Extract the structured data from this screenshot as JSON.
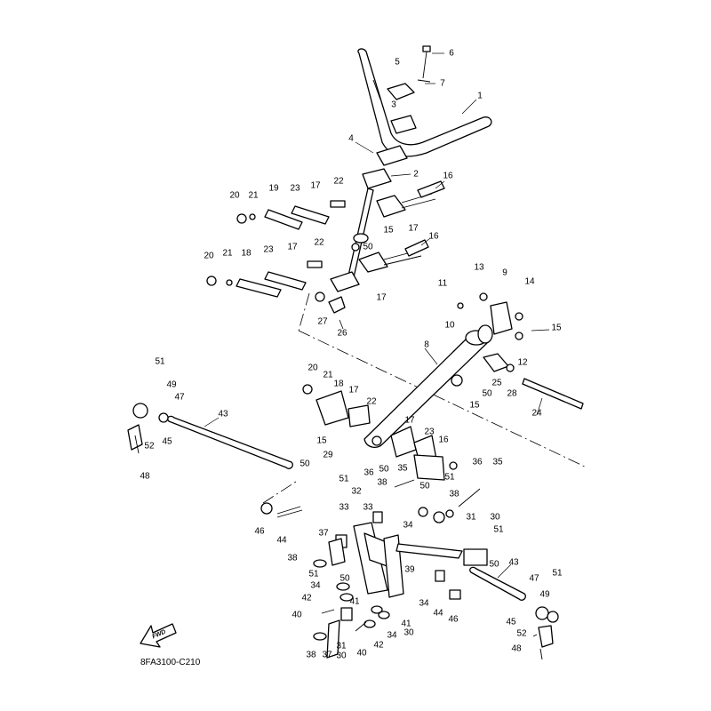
{
  "diagram": {
    "code": "8FA3100-C210",
    "fwd_label": "FWD",
    "callouts": [
      {
        "id": "c1",
        "text": "1"
      },
      {
        "id": "c2",
        "text": "2"
      },
      {
        "id": "c3",
        "text": "3"
      },
      {
        "id": "c4",
        "text": "4"
      },
      {
        "id": "c5",
        "text": "5"
      },
      {
        "id": "c6",
        "text": "6"
      },
      {
        "id": "c7",
        "text": "7"
      },
      {
        "id": "c8",
        "text": "8"
      },
      {
        "id": "c9",
        "text": "9"
      },
      {
        "id": "c10",
        "text": "10"
      },
      {
        "id": "c11",
        "text": "11"
      },
      {
        "id": "c12",
        "text": "12"
      },
      {
        "id": "c13",
        "text": "13"
      },
      {
        "id": "c14",
        "text": "14"
      },
      {
        "id": "c15a",
        "text": "15"
      },
      {
        "id": "c15b",
        "text": "15"
      },
      {
        "id": "c15c",
        "text": "15"
      },
      {
        "id": "c15d",
        "text": "15"
      },
      {
        "id": "c16a",
        "text": "16"
      },
      {
        "id": "c16b",
        "text": "16"
      },
      {
        "id": "c16c",
        "text": "16"
      },
      {
        "id": "c17a",
        "text": "17"
      },
      {
        "id": "c17b",
        "text": "17"
      },
      {
        "id": "c17c",
        "text": "17"
      },
      {
        "id": "c17d",
        "text": "17"
      },
      {
        "id": "c17e",
        "text": "17"
      },
      {
        "id": "c17f",
        "text": "17"
      },
      {
        "id": "c18a",
        "text": "18"
      },
      {
        "id": "c18b",
        "text": "18"
      },
      {
        "id": "c19",
        "text": "19"
      },
      {
        "id": "c20a",
        "text": "20"
      },
      {
        "id": "c20b",
        "text": "20"
      },
      {
        "id": "c20c",
        "text": "20"
      },
      {
        "id": "c21a",
        "text": "21"
      },
      {
        "id": "c21b",
        "text": "21"
      },
      {
        "id": "c21c",
        "text": "21"
      },
      {
        "id": "c22a",
        "text": "22"
      },
      {
        "id": "c22b",
        "text": "22"
      },
      {
        "id": "c22c",
        "text": "22"
      },
      {
        "id": "c23a",
        "text": "23"
      },
      {
        "id": "c23b",
        "text": "23"
      },
      {
        "id": "c23c",
        "text": "23"
      },
      {
        "id": "c24",
        "text": "24"
      },
      {
        "id": "c25",
        "text": "25"
      },
      {
        "id": "c26",
        "text": "26"
      },
      {
        "id": "c27",
        "text": "27"
      },
      {
        "id": "c28",
        "text": "28"
      },
      {
        "id": "c29",
        "text": "29"
      },
      {
        "id": "c30a",
        "text": "30"
      },
      {
        "id": "c30b",
        "text": "30"
      },
      {
        "id": "c30c",
        "text": "30"
      },
      {
        "id": "c31a",
        "text": "31"
      },
      {
        "id": "c31b",
        "text": "31"
      },
      {
        "id": "c32",
        "text": "32"
      },
      {
        "id": "c33a",
        "text": "33"
      },
      {
        "id": "c33b",
        "text": "33"
      },
      {
        "id": "c34a",
        "text": "34"
      },
      {
        "id": "c34b",
        "text": "34"
      },
      {
        "id": "c34c",
        "text": "34"
      },
      {
        "id": "c34d",
        "text": "34"
      },
      {
        "id": "c35a",
        "text": "35"
      },
      {
        "id": "c35b",
        "text": "35"
      },
      {
        "id": "c36a",
        "text": "36"
      },
      {
        "id": "c36b",
        "text": "36"
      },
      {
        "id": "c37a",
        "text": "37"
      },
      {
        "id": "c37b",
        "text": "37"
      },
      {
        "id": "c38a",
        "text": "38"
      },
      {
        "id": "c38b",
        "text": "38"
      },
      {
        "id": "c38c",
        "text": "38"
      },
      {
        "id": "c38d",
        "text": "38"
      },
      {
        "id": "c39",
        "text": "39"
      },
      {
        "id": "c40a",
        "text": "40"
      },
      {
        "id": "c40b",
        "text": "40"
      },
      {
        "id": "c41a",
        "text": "41"
      },
      {
        "id": "c41b",
        "text": "41"
      },
      {
        "id": "c42a",
        "text": "42"
      },
      {
        "id": "c42b",
        "text": "42"
      },
      {
        "id": "c43a",
        "text": "43"
      },
      {
        "id": "c43b",
        "text": "43"
      },
      {
        "id": "c44a",
        "text": "44"
      },
      {
        "id": "c44b",
        "text": "44"
      },
      {
        "id": "c45a",
        "text": "45"
      },
      {
        "id": "c45b",
        "text": "45"
      },
      {
        "id": "c46a",
        "text": "46"
      },
      {
        "id": "c46b",
        "text": "46"
      },
      {
        "id": "c47a",
        "text": "47"
      },
      {
        "id": "c47b",
        "text": "47"
      },
      {
        "id": "c48a",
        "text": "48"
      },
      {
        "id": "c48b",
        "text": "48"
      },
      {
        "id": "c49a",
        "text": "49"
      },
      {
        "id": "c49b",
        "text": "49"
      },
      {
        "id": "c50a",
        "text": "50"
      },
      {
        "id": "c50b",
        "text": "50"
      },
      {
        "id": "c50c",
        "text": "50"
      },
      {
        "id": "c50d",
        "text": "50"
      },
      {
        "id": "c50e",
        "text": "50"
      },
      {
        "id": "c50f",
        "text": "50"
      },
      {
        "id": "c50g",
        "text": "50"
      },
      {
        "id": "c51a",
        "text": "51"
      },
      {
        "id": "c51b",
        "text": "51"
      },
      {
        "id": "c51c",
        "text": "51"
      },
      {
        "id": "c51d",
        "text": "51"
      },
      {
        "id": "c51e",
        "text": "51"
      },
      {
        "id": "c51f",
        "text": "51"
      },
      {
        "id": "c52a",
        "text": "52"
      },
      {
        "id": "c52b",
        "text": "52"
      }
    ]
  }
}
